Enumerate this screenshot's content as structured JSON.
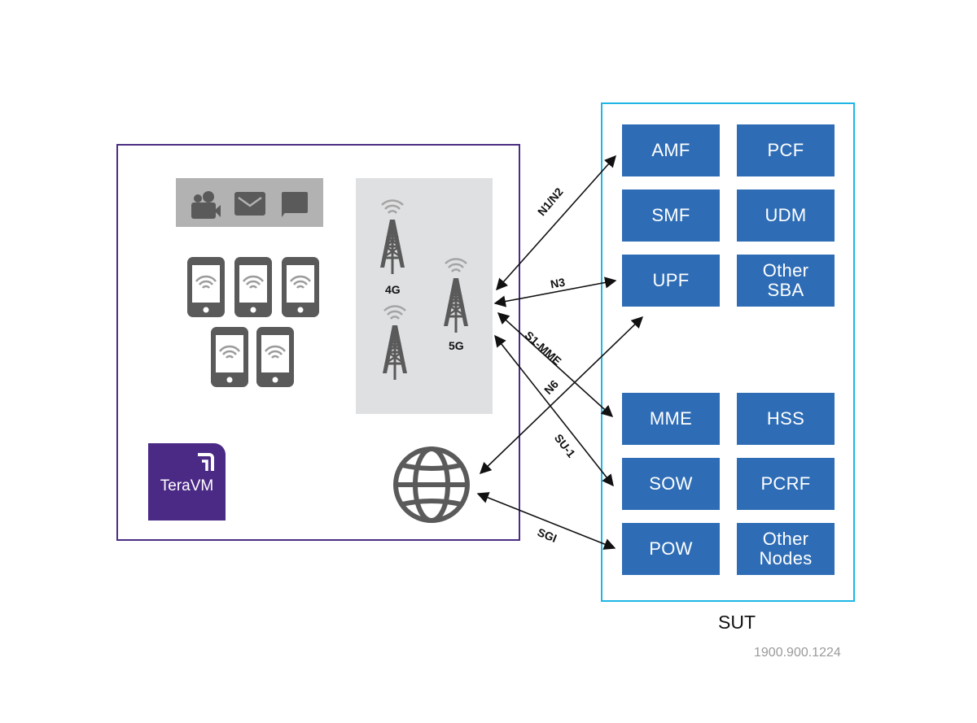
{
  "left_system": {
    "name": "TeraVM",
    "app_icons": [
      "video-camera-icon",
      "mail-icon",
      "chat-icon"
    ],
    "device_count": 5,
    "towers": [
      {
        "label": "4G",
        "icon": "cell-tower-icon"
      },
      {
        "label": "",
        "icon": "cell-tower-icon"
      },
      {
        "label": "5G",
        "icon": "cell-tower-icon"
      }
    ],
    "network_icon": "globe-icon",
    "logo_text": "TeraVM"
  },
  "sut": {
    "label": "SUT",
    "nodes_5g": [
      "AMF",
      "PCF",
      "SMF",
      "UDM",
      "UPF",
      "Other\nSBA"
    ],
    "nodes_4g": [
      "MME",
      "HSS",
      "SOW",
      "PCRF",
      "POW",
      "Other\nNodes"
    ]
  },
  "interfaces": [
    {
      "label": "N1/N2",
      "from": "5G tower",
      "to": "AMF"
    },
    {
      "label": "N3",
      "from": "5G tower",
      "to": "UPF"
    },
    {
      "label": "S1-MME",
      "from": "4G tower",
      "to": "MME"
    },
    {
      "label": "SU-1",
      "from": "4G tower",
      "to": "SOW"
    },
    {
      "label": "N6",
      "from": "Internet",
      "to": "UPF"
    },
    {
      "label": "SGI",
      "from": "Internet",
      "to": "POW"
    }
  ],
  "colors": {
    "tera_border": "#4b2d83",
    "sut_border": "#1fb6e6",
    "node_fill": "#2e6db6",
    "icon_gray": "#5a5a5a",
    "logo_purple": "#4b2a86"
  },
  "doc_id": "1900.900.1224"
}
